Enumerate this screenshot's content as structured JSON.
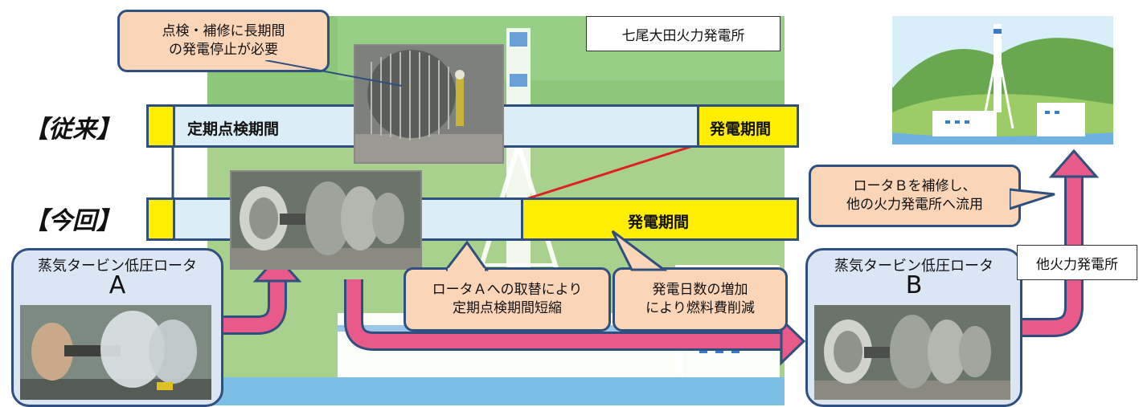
{
  "plant_label": "七尾大田火力発電所",
  "other_plant_label": "他火力発電所",
  "eras": {
    "before": "【従来】",
    "now": "【今回】"
  },
  "timeline_before": {
    "inspection_label": "定期点検期間",
    "generation_label": "発電期間"
  },
  "timeline_now": {
    "generation_label": "発電期間"
  },
  "callouts": {
    "long_outage": [
      "点検・補修に長期間",
      "の発電停止が必要"
    ],
    "shortened": [
      "ロータＡへの取替により",
      "定期点検期間短縮"
    ],
    "fuel_saving": [
      "発電日数の増加",
      "により燃料費削減"
    ],
    "repair_reuse": [
      "ロータＢを補修し、",
      "他の火力発電所へ流用"
    ]
  },
  "rotor_a": {
    "title": "蒸気タービン低圧ロータ",
    "letter": "A"
  },
  "rotor_b": {
    "title": "蒸気タービン低圧ロータ",
    "letter": "B"
  },
  "colors": {
    "timeline_border": "#2f4f7f",
    "inspection_fill": "#dbeef7",
    "generation_fill": "#ffee00",
    "arrow_pink": "#e85a8a",
    "callout_fill": "#fbd5b8",
    "connector_red": "#e02020"
  }
}
